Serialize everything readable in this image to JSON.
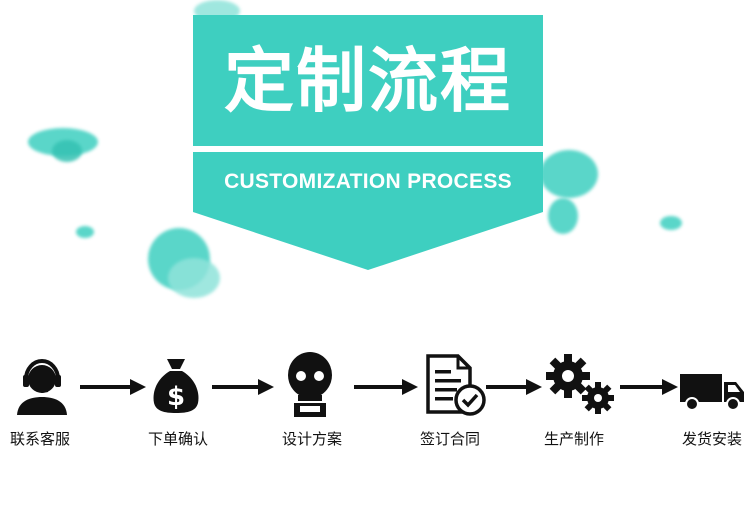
{
  "banner": {
    "title": "定制流程",
    "subtitle": "CUSTOMIZATION PROCESS",
    "color": "#3ecfc0"
  },
  "steps": [
    {
      "label": "联系客服",
      "icon": "headset-agent-icon"
    },
    {
      "label": "下单确认",
      "icon": "money-bag-icon"
    },
    {
      "label": "设计方案",
      "icon": "design-mask-icon"
    },
    {
      "label": "签订合同",
      "icon": "contract-check-icon"
    },
    {
      "label": "生产制作",
      "icon": "gears-icon"
    },
    {
      "label": "发货安装",
      "icon": "delivery-truck-icon"
    }
  ]
}
